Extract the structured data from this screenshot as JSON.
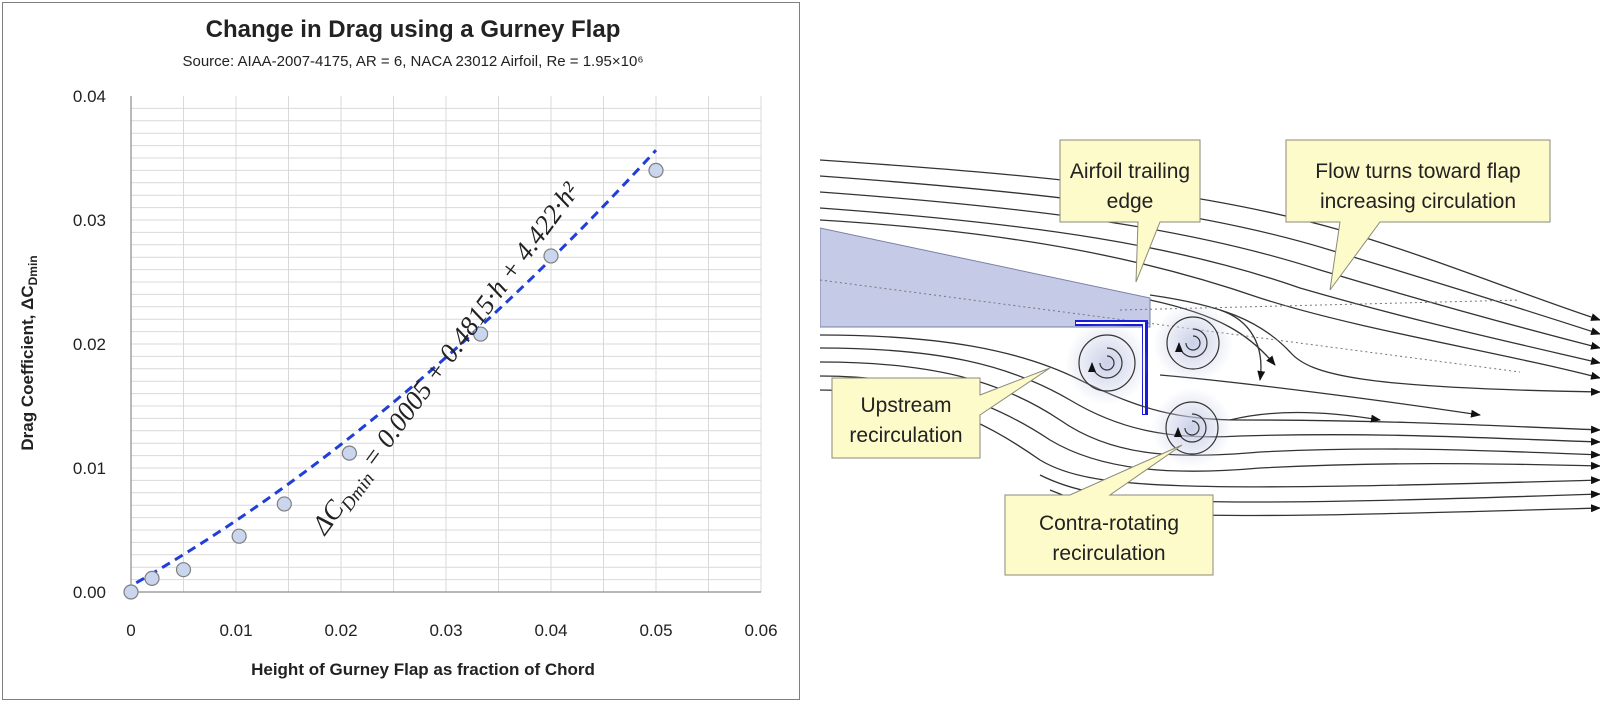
{
  "chart_data": {
    "type": "scatter",
    "title": "Change in Drag using a Gurney Flap",
    "subtitle": "Source: AIAA-2007-4175, AR = 6, NACA 23012 Airfoil, Re = 1.95×10⁶",
    "xlabel": "Height of Gurney Flap as fraction of Chord",
    "ylabel": "Drag Coefficient, ΔC",
    "ylabel_subscript": "Dmin",
    "xlim": [
      0,
      0.06
    ],
    "ylim": [
      0,
      0.04
    ],
    "x_ticks": [
      "0",
      "0.01",
      "0.02",
      "0.03",
      "0.04",
      "0.05",
      "0.06"
    ],
    "y_ticks": [
      "0.00",
      "0.01",
      "0.02",
      "0.03",
      "0.04"
    ],
    "grid": true,
    "points": {
      "x": [
        0,
        0.002,
        0.005,
        0.0103,
        0.0146,
        0.0208,
        0.0333,
        0.04,
        0.05
      ],
      "y": [
        0,
        0.0011,
        0.0018,
        0.0045,
        0.0071,
        0.0112,
        0.0208,
        0.0271,
        0.034
      ]
    },
    "trendline": {
      "equation": "ΔC_Dmin = 0.0005 + 0.4815·h + 4.422·h²",
      "label_lhs": "ΔC",
      "label_sub": "Dmin",
      "label_rhs": " = 0.0005 + 0.4815·h + 4.422·h²",
      "coefficients": [
        0.0005,
        0.4815,
        4.422
      ],
      "x_range": [
        0.0005,
        0.05
      ],
      "color": "#1f3fd6",
      "style": "dashed"
    },
    "marker_color": "#c9d6ee"
  },
  "diagram": {
    "callouts": {
      "trailing_edge": [
        "Airfoil trailing",
        "edge"
      ],
      "flow_turns": [
        "Flow turns toward flap",
        "increasing circulation"
      ],
      "upstream": [
        "Upstream",
        "recirculation"
      ],
      "contra": [
        "Contra-rotating",
        "recirculation"
      ]
    },
    "colors": {
      "callout_fill": "#fdfbc9",
      "airfoil_fill": "#c5cbe6",
      "flap": "#1a1adb",
      "streamline": "#333333"
    }
  }
}
